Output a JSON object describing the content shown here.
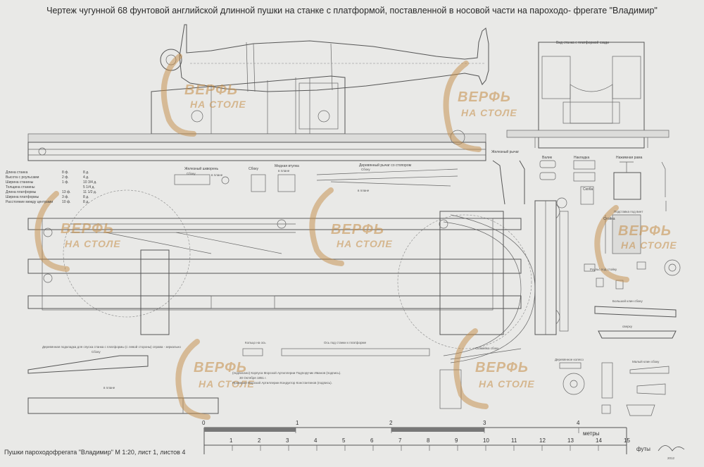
{
  "title": "Чертеж чугунной 68 фунтовой английской длинной пушки на станке с платформой, поставленной в носовой части на пароходо- фрегате \"Владимир\"",
  "footer": "Пушки пароходофрегата \"Владимир\" М 1:20, лист 1, листов 4",
  "signature_year": "2012",
  "watermark": {
    "line1": "ВЕРФЬ",
    "line2": "НА СТОЛЕ",
    "color": "#c48c46"
  },
  "specs": [
    {
      "label": "Длина станка",
      "ft": "8 ф.",
      "in": "8 д."
    },
    {
      "label": "Высота с роульсами",
      "ft": "2 ф.",
      "in": "4 д."
    },
    {
      "label": "Ширина станины",
      "ft": "1 ф.",
      "in": "10 3/4 д."
    },
    {
      "label": "Толщина станины",
      "ft": "",
      "in": "5 1/4 д."
    },
    {
      "label": "Длина платформы",
      "ft": "13 ф.",
      "in": "11 1/2 д."
    },
    {
      "label": "Ширина платформы",
      "ft": "3 ф.",
      "in": "8 д."
    },
    {
      "label": "Расстояние между центрами",
      "ft": "10 ф.",
      "in": "8 д."
    }
  ],
  "labels": {
    "front_view": "Вид станка с платформой сзади",
    "iron_lever": "Железный рычаг",
    "valik": "Валик",
    "nakladka": "Накладка",
    "clamp_frame": "Нажимная рама",
    "iron_pin": "Железный шкворень",
    "side_view": "Сбоку",
    "in_plan": "в плане",
    "copper_sleeve": "Медная втулка",
    "wooden_lever": "Деревянный рычаг со стопором",
    "skoba": "Скоба",
    "platform_support": "Подставка под винт",
    "stoyka": "Стойка",
    "rouls_side": "Роульс под стойку",
    "big_wedge": "Большой клин сбоку",
    "top": "сверху",
    "wooden_support": "Деревянная подкладка для спуска станка с платформы (с левой стороны) справа - зеркально",
    "ring_axis": "Кольцо на ось",
    "axis_under_platform": "Ось под станки к платформе",
    "skamejka": "Скамейка сбоку",
    "wooden_wheel": "Деревянное колесо",
    "small_wedge": "Малый клин сбоку",
    "sign_1": "(подписано) Корпуса Морской Артиллерии Подпоручик Иванов (подпись).",
    "sign_date": "30 Октября 1851 г.",
    "sign_2": "Проверил Морской Артиллерии Кондуктор Константинов (подпись)."
  },
  "scale_meters": {
    "unit": "метры",
    "ticks": [
      "0",
      "1",
      "2",
      "3",
      "4"
    ]
  },
  "scale_feet": {
    "unit": "футы",
    "ticks": [
      "1",
      "2",
      "3",
      "4",
      "5",
      "6",
      "7",
      "8",
      "9",
      "10",
      "11",
      "12",
      "13",
      "14",
      "15"
    ]
  }
}
